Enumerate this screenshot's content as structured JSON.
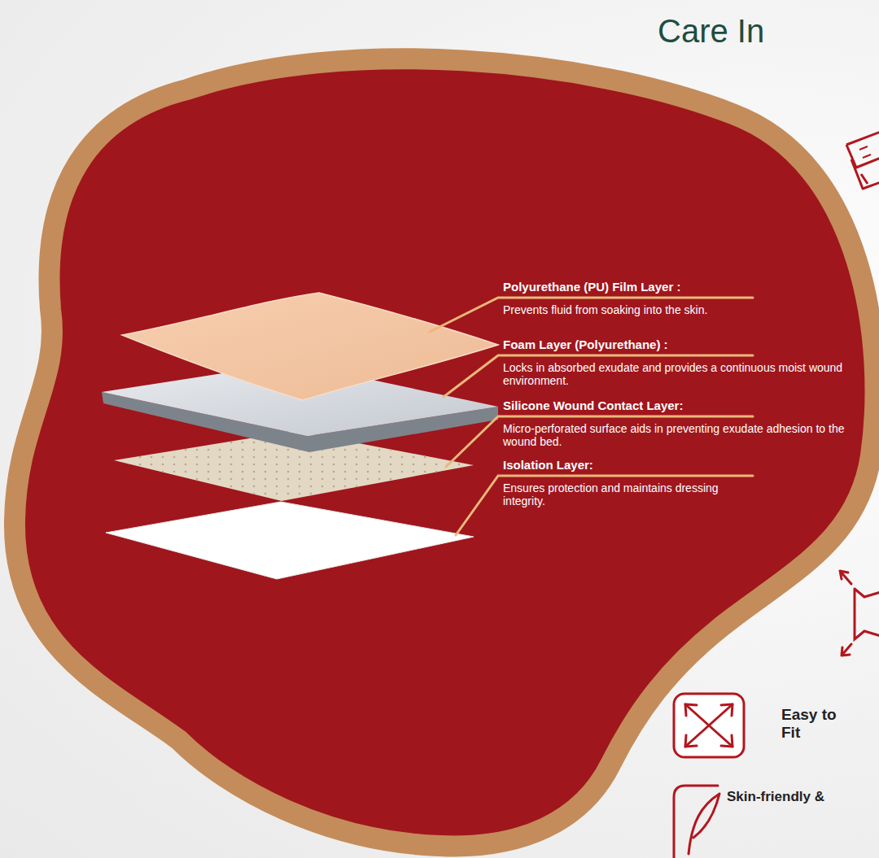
{
  "diagram": {
    "title": "Care In",
    "labels": [
      "Polyurethane (PU) Film Layer :",
      "Prevents fluid from soaking into the skin.",
      "Foam Layer (Polyurethane) :",
      "Locks in absorbed exudate and provides a continuous moist wound environment.",
      "Silicone Wound Contact Layer:",
      "Micro-perforated surface aids in preventing exudate adhesion to the wound bed.",
      "Isolation Layer:",
      "Ensures protection and maintains dressing integrity.",
      "Easy to Fit",
      "Skin-friendly &"
    ]
  }
}
